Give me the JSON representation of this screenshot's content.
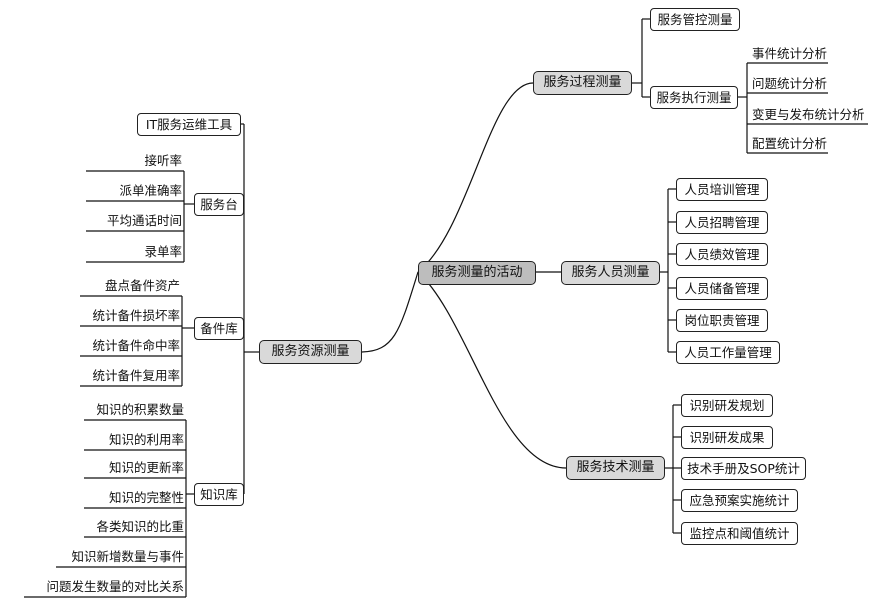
{
  "center": "服务测量的活动",
  "process": {
    "label": "服务过程测量",
    "control": "服务管控测量",
    "execution": {
      "label": "服务执行测量",
      "items": [
        "事件统计分析",
        "问题统计分析",
        "变更与发布统计分析",
        "配置统计分析"
      ]
    }
  },
  "personnel": {
    "label": "服务人员测量",
    "items": [
      "人员培训管理",
      "人员招聘管理",
      "人员绩效管理",
      "人员储备管理",
      "岗位职责管理",
      "人员工作量管理"
    ]
  },
  "technology": {
    "label": "服务技术测量",
    "items": [
      "识别研发规划",
      "识别研发成果",
      "技术手册及SOP统计",
      "应急预案实施统计",
      "监控点和阈值统计"
    ]
  },
  "resource": {
    "label": "服务资源测量",
    "tools": "IT服务运维工具",
    "service_desk": {
      "label": "服务台",
      "items": [
        "接听率",
        "派单准确率",
        "平均通话时间",
        "录单率"
      ]
    },
    "spare_parts": {
      "label": "备件库",
      "items": [
        "盘点备件资产",
        "统计备件损坏率",
        "统计备件命中率",
        "统计备件复用率"
      ]
    },
    "knowledge": {
      "label": "知识库",
      "items": [
        "知识的积累数量",
        "知识的利用率",
        "知识的更新率",
        "知识的完整性",
        "各类知识的比重",
        "知识新增数量与事件",
        "问题发生数量的对比关系"
      ]
    }
  }
}
